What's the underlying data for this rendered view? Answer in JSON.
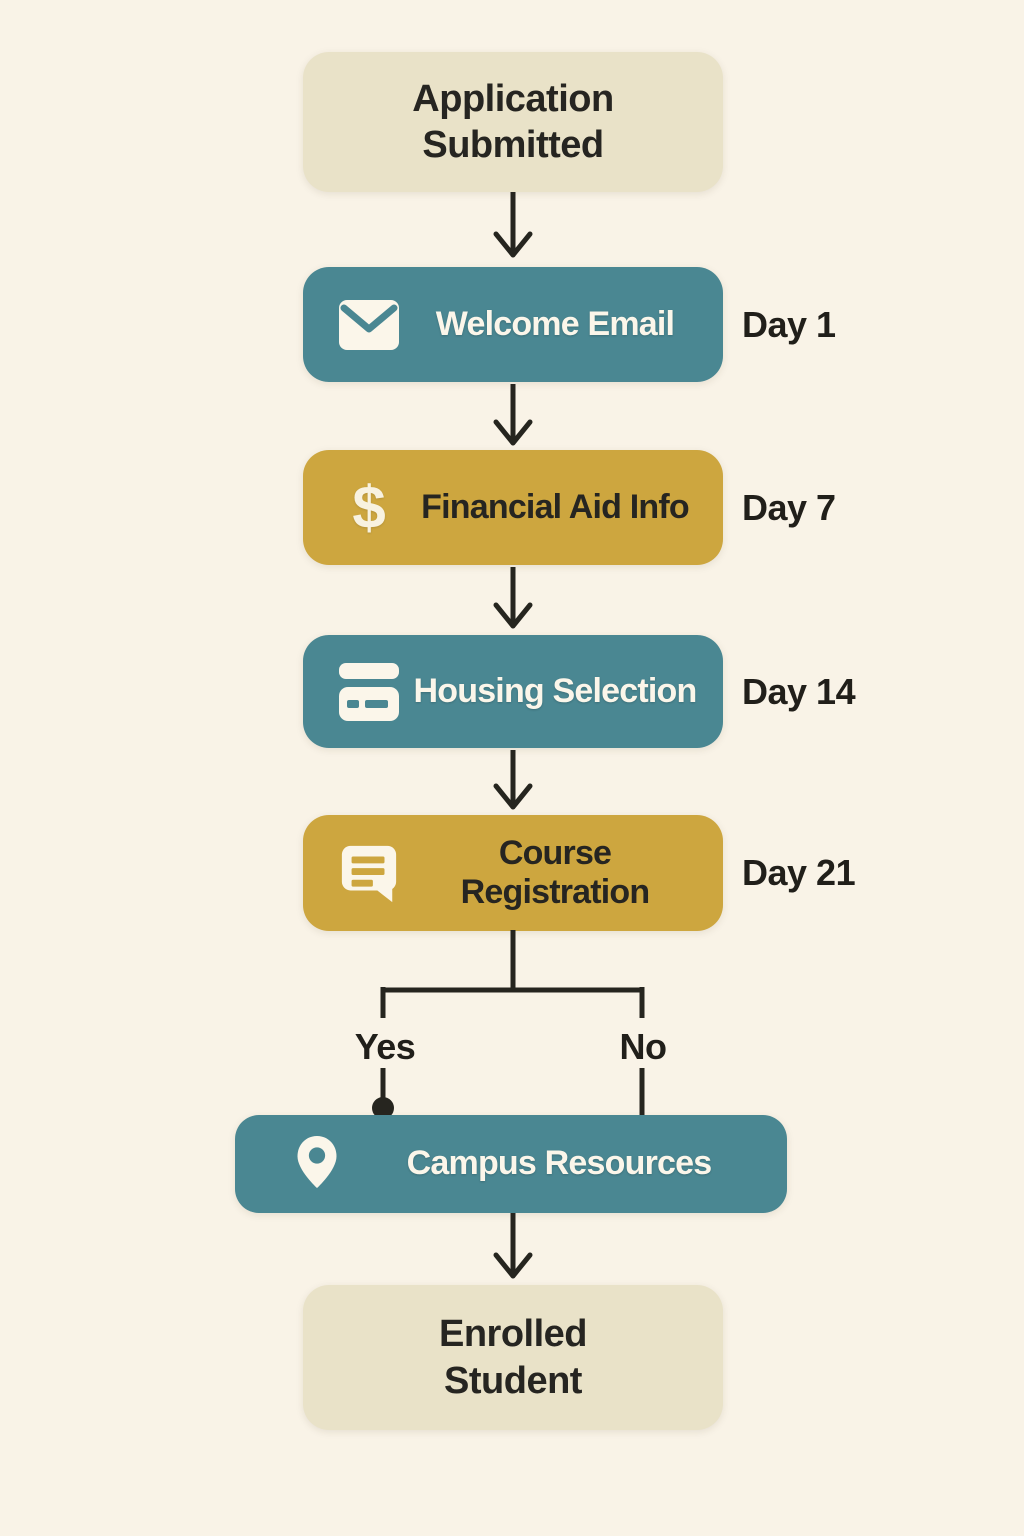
{
  "colors": {
    "background": "#f9f3e7",
    "terminal_box": "#e9e2c8",
    "teal_box": "#4a8792",
    "gold_box": "#cda63f",
    "dark_text": "#262521",
    "light_text": "#fbf6ea",
    "line": "#26251f"
  },
  "flow": {
    "start": {
      "label": "Application Submitted"
    },
    "steps": [
      {
        "label": "Welcome Email",
        "day": "Day 1",
        "icon": "envelope-icon",
        "variant": "teal"
      },
      {
        "label": "Financial Aid Info",
        "day": "Day 7",
        "icon": "dollar-icon",
        "variant": "gold"
      },
      {
        "label": "Housing Selection",
        "day": "Day 14",
        "icon": "card-icon",
        "variant": "teal"
      },
      {
        "label": "Course Registration",
        "day": "Day 21",
        "icon": "chat-icon",
        "variant": "gold"
      }
    ],
    "branch": {
      "yes": "Yes",
      "no": "No"
    },
    "campus": {
      "label": "Campus Resources",
      "icon": "location-pin-icon",
      "variant": "teal"
    },
    "end": {
      "label": "Enrolled Student"
    },
    "dollar_glyph": "$"
  }
}
